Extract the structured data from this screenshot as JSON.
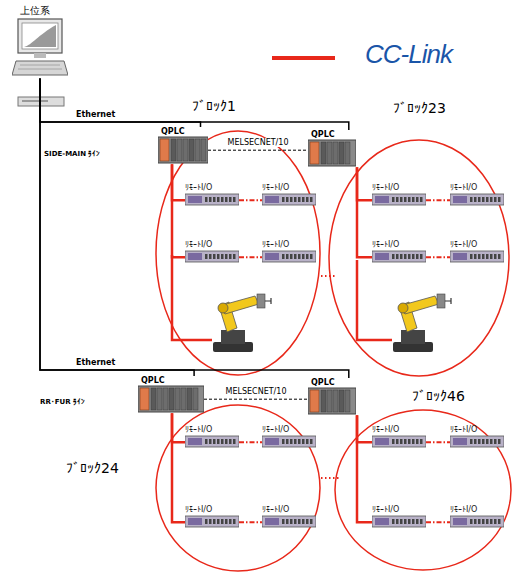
{
  "diagram": {
    "nodes": [
      {
        "text": [
          "上位系"
        ]
      },
      {
        "text": [
          "QPLC"
        ]
      },
      {
        "text": [
          "ﾘﾓｰﾄI/O"
        ]
      },
      {
        "text": [
          "ﾘﾓｰﾄI/O"
        ]
      },
      {
        "text": [
          "ﾘﾓｰﾄI/O"
        ]
      },
      {
        "text": [
          "ﾘﾓｰﾄI/O"
        ]
      },
      {
        "text": [
          "QPLC"
        ]
      },
      {
        "text": [
          "ﾘﾓｰﾄI/O"
        ]
      },
      {
        "text": [
          "ﾘﾓｰﾄI/O"
        ]
      },
      {
        "text": [
          "ﾘﾓｰﾄI/O"
        ]
      },
      {
        "text": [
          "ﾘﾓｰﾄI/O"
        ]
      },
      {
        "text": [
          "QPLC"
        ]
      },
      {
        "text": [
          "ﾘﾓｰﾄI/O"
        ]
      },
      {
        "text": [
          "ﾘﾓｰﾄI/O"
        ]
      },
      {
        "text": [
          "ﾘﾓｰﾄI/O"
        ]
      },
      {
        "text": [
          "ﾘﾓｰﾄI/O"
        ]
      },
      {
        "text": [
          "QPLC"
        ]
      },
      {
        "text": [
          "ﾘﾓｰﾄI/O"
        ]
      },
      {
        "text": [
          "ﾘﾓｰﾄI/O"
        ]
      },
      {
        "text": [
          "ﾘﾓｰﾄI/O"
        ]
      },
      {
        "text": [
          "ﾘﾓｰﾄI/O"
        ]
      }
    ],
    "edges": [
      {
        "from": 0,
        "to": 1,
        "arrow": "none"
      },
      {
        "from": 0,
        "to": 6,
        "arrow": "none"
      },
      {
        "from": 0,
        "to": 11,
        "arrow": "none"
      },
      {
        "from": 0,
        "to": 16,
        "arrow": "none"
      },
      {
        "from": 1,
        "to": 6,
        "label": "MELSECNET/10",
        "arrow": "none"
      },
      {
        "from": 11,
        "to": 16,
        "label": "MELSECNET/10",
        "arrow": "none"
      },
      {
        "from": 1,
        "to": 2,
        "arrow": "none"
      },
      {
        "from": 1,
        "to": 4,
        "arrow": "none"
      },
      {
        "from": 2,
        "to": 3,
        "arrow": "none"
      },
      {
        "from": 4,
        "to": 5,
        "arrow": "none"
      },
      {
        "from": 6,
        "to": 7,
        "arrow": "none"
      },
      {
        "from": 6,
        "to": 9,
        "arrow": "none"
      },
      {
        "from": 7,
        "to": 8,
        "arrow": "none"
      },
      {
        "from": 9,
        "to": 10,
        "arrow": "none"
      },
      {
        "from": 11,
        "to": 12,
        "arrow": "none"
      },
      {
        "from": 11,
        "to": 14,
        "arrow": "none"
      },
      {
        "from": 12,
        "to": 13,
        "arrow": "none"
      },
      {
        "from": 14,
        "to": 15,
        "arrow": "none"
      },
      {
        "from": 16,
        "to": 17,
        "arrow": "none"
      },
      {
        "from": 16,
        "to": 19,
        "arrow": "none"
      },
      {
        "from": 17,
        "to": 18,
        "arrow": "none"
      },
      {
        "from": 19,
        "to": 20,
        "arrow": "none"
      }
    ],
    "labels": [
      "ﾌﾞﾛｯｸ1",
      "ﾌﾞﾛｯｸ23",
      "Ethernet",
      "SIDE-MAIN ﾗｲﾝ",
      "Ethernet",
      "RR･FUR ﾗｲﾝ",
      "ﾌﾞﾛｯｸ46",
      "ﾌﾞﾛｯｸ24"
    ],
    "legend": [
      {
        "text": "CC-Link"
      }
    ]
  }
}
